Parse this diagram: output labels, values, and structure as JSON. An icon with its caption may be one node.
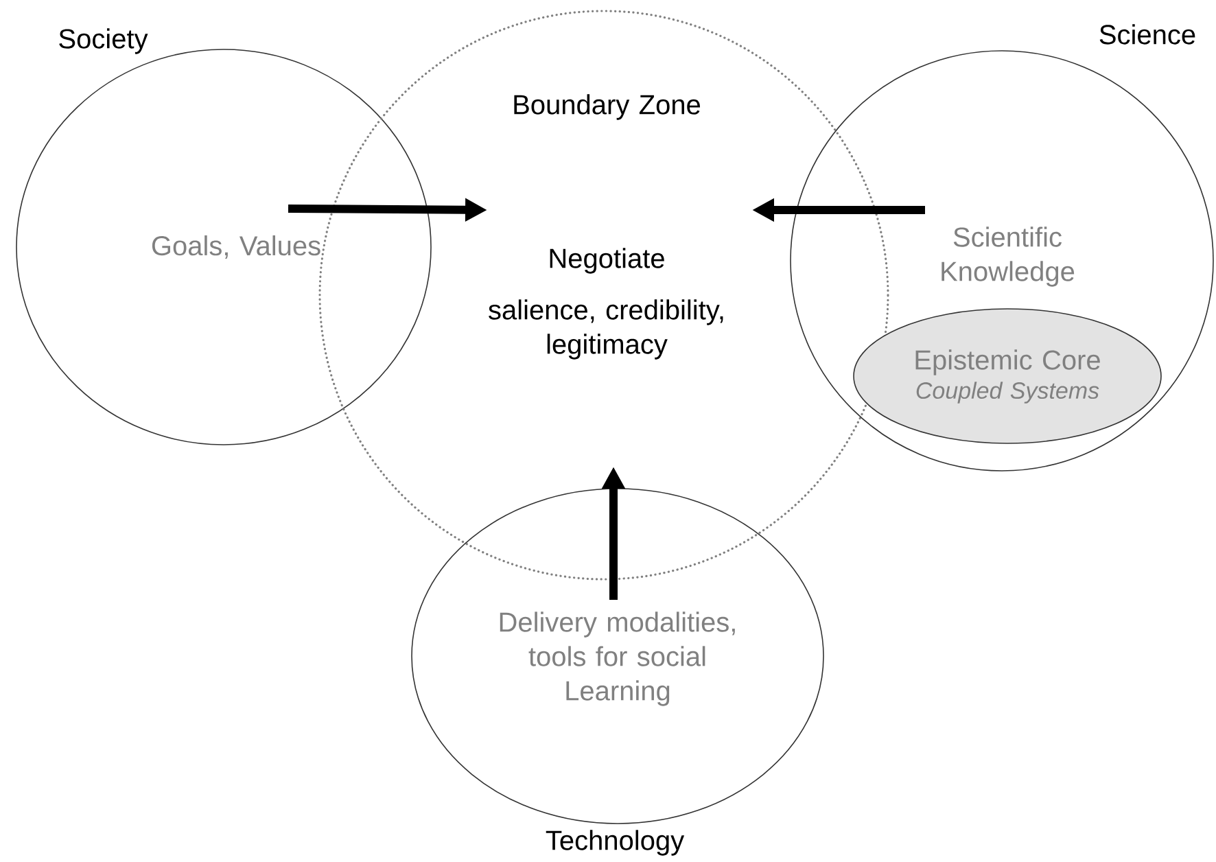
{
  "diagram": {
    "nodes": [
      {
        "text": [
          "Society",
          "Goals, Values"
        ]
      },
      {
        "text": [
          "Boundary Zone",
          "Negotiate",
          "salience, credibility, legitimacy"
        ]
      },
      {
        "text": [
          "Science",
          "Scientific Knowledge"
        ]
      },
      {
        "text": [
          "Epistemic Core",
          "Coupled Systems"
        ],
        "in": 2
      },
      {
        "text": [
          "Delivery modalities, tools for social Learning",
          "Technology"
        ]
      }
    ],
    "edges": [
      {
        "from": 0,
        "to": 1,
        "arrow": "to"
      },
      {
        "from": 2,
        "to": 1,
        "arrow": "to"
      },
      {
        "from": 4,
        "to": 1,
        "arrow": "to"
      }
    ]
  }
}
